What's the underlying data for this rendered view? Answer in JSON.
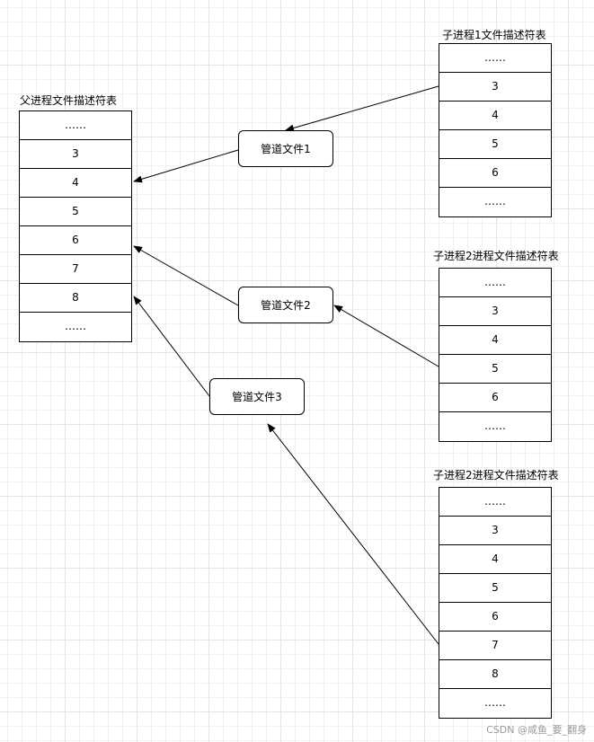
{
  "parent": {
    "title": "父进程文件描述符表",
    "cells": [
      "……",
      "3",
      "4",
      "5",
      "6",
      "7",
      "8",
      "……"
    ]
  },
  "child1": {
    "title": "子进程1文件描述符表",
    "cells": [
      "……",
      "3",
      "4",
      "5",
      "6",
      "……"
    ]
  },
  "child2a": {
    "title": "子进程2进程文件描述符表",
    "cells": [
      "……",
      "3",
      "4",
      "5",
      "6",
      "……"
    ]
  },
  "child2b": {
    "title": "子进程2进程文件描述符表",
    "cells": [
      "……",
      "3",
      "4",
      "5",
      "6",
      "7",
      "8",
      "……"
    ]
  },
  "pipes": {
    "pipe1": "管道文件1",
    "pipe2": "管道文件2",
    "pipe3": "管道文件3"
  },
  "watermark": "CSDN @咸鱼_要_翻身"
}
